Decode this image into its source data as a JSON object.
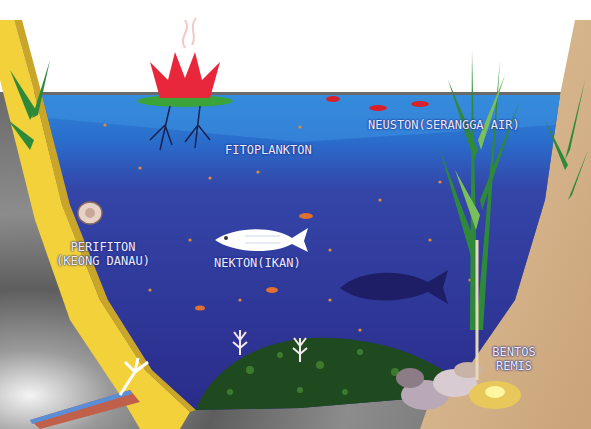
{
  "diagram": {
    "labels": [
      "NEUSTON(SERANGGA AIR)",
      "FITOPLANKTON",
      "PERIFITON (KEONG DANAU)",
      "NEKTON(IKAN)",
      "BENTOS REMIS"
    ]
  }
}
